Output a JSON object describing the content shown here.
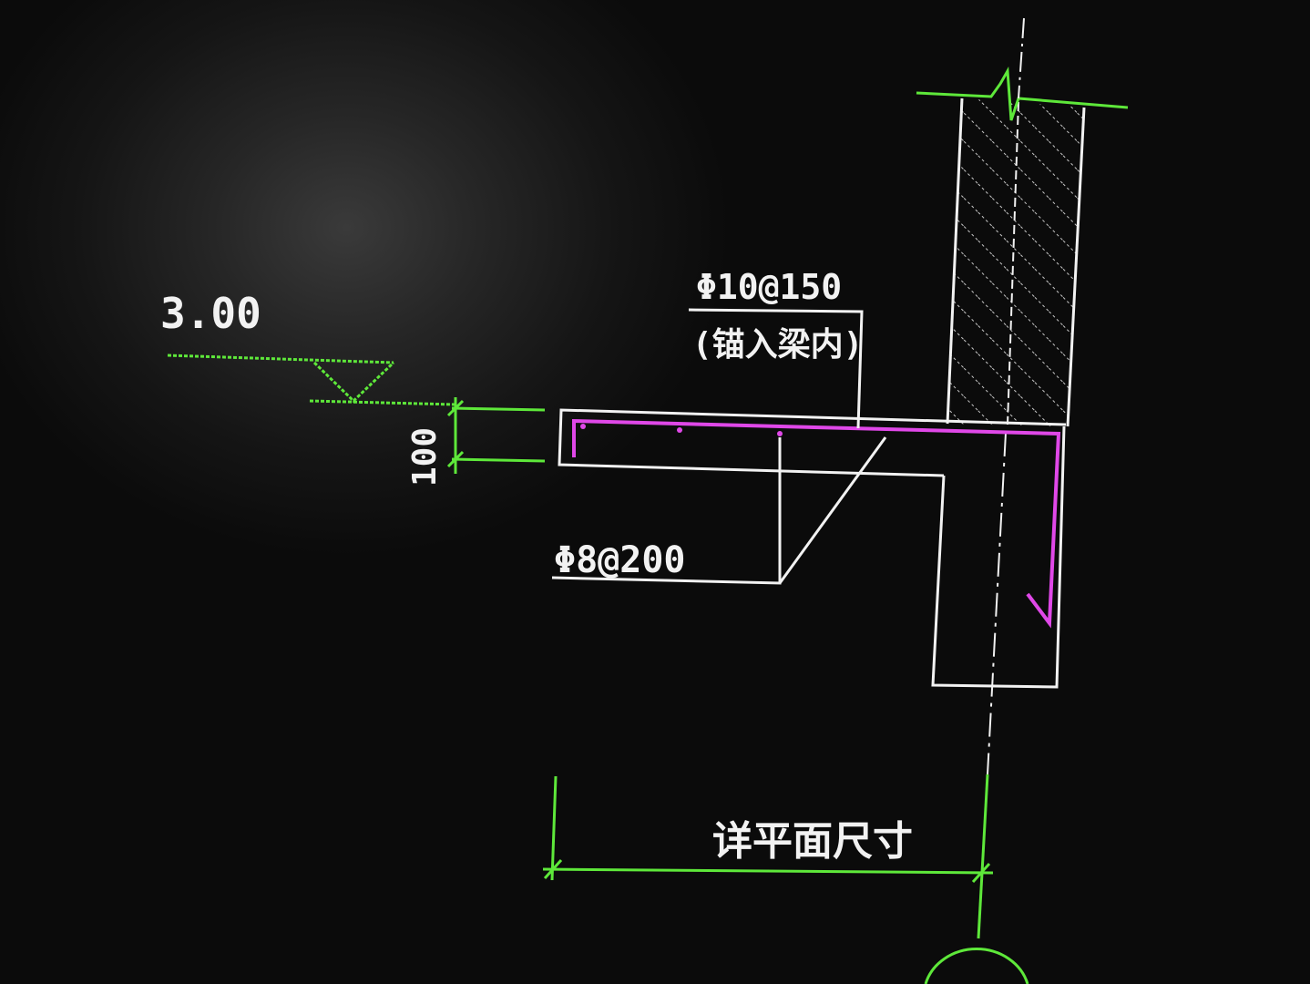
{
  "labels": {
    "elevation": "3.00",
    "top_rebar": "Φ10@150",
    "top_rebar_note": "(锚入梁内)",
    "bottom_rebar": "Φ8@200",
    "slab_thickness": "100",
    "width_dimension": "详平面尺寸"
  },
  "colors": {
    "background": "#0b0b0b",
    "outline": "#f2f2f2",
    "dimension": "#5ee83a",
    "rebar": "#e048e8"
  }
}
